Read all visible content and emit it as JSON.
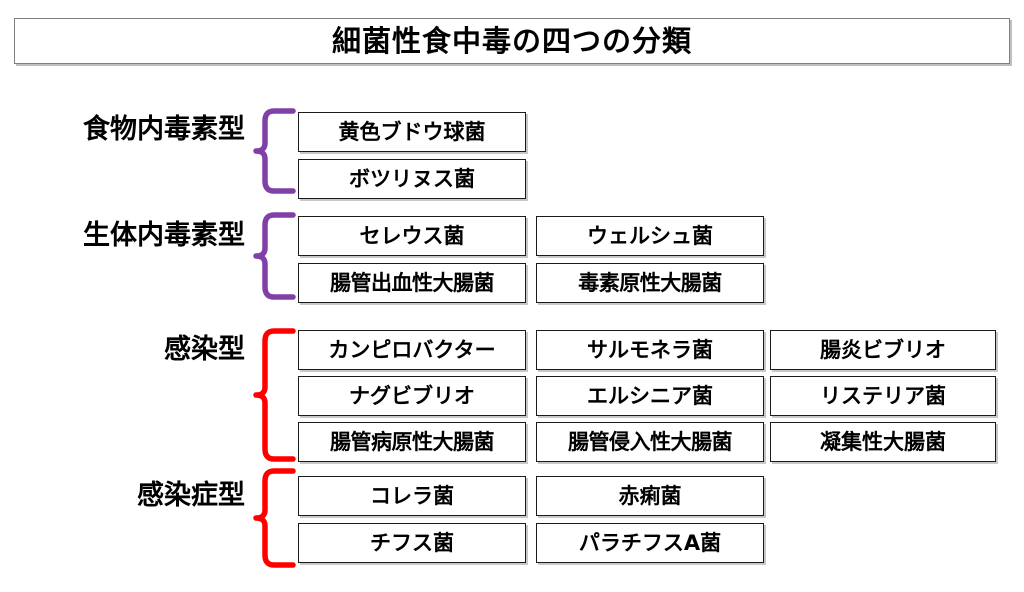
{
  "title": "細菌性食中毒の四つの分類",
  "colors": {
    "brace_purple": "#8040A8",
    "brace_red": "#FF0000",
    "box_border": "#1A1A1A",
    "title_border": "#808080",
    "text": "#000000",
    "background": "#FFFFFF"
  },
  "categories": [
    {
      "label": "食物内毒素型",
      "brace_color": "#8040A8",
      "items": [
        "黄色ブドウ球菌",
        "ボツリヌス菌"
      ]
    },
    {
      "label": "生体内毒素型",
      "brace_color": "#8040A8",
      "items": [
        "セレウス菌",
        "ウェルシュ菌",
        "腸管出血性大腸菌",
        "毒素原性大腸菌"
      ]
    },
    {
      "label": "感染型",
      "brace_color": "#FF0000",
      "items": [
        "カンピロバクター",
        "サルモネラ菌",
        "腸炎ビブリオ",
        "ナグビブリオ",
        "エルシニア菌",
        "リステリア菌",
        "腸管病原性大腸菌",
        "腸管侵入性大腸菌",
        "凝集性大腸菌"
      ]
    },
    {
      "label": "感染症型",
      "brace_color": "#FF0000",
      "items": [
        "コレラ菌",
        "赤痢菌",
        "チフス菌",
        "パラチフスA菌"
      ]
    }
  ]
}
